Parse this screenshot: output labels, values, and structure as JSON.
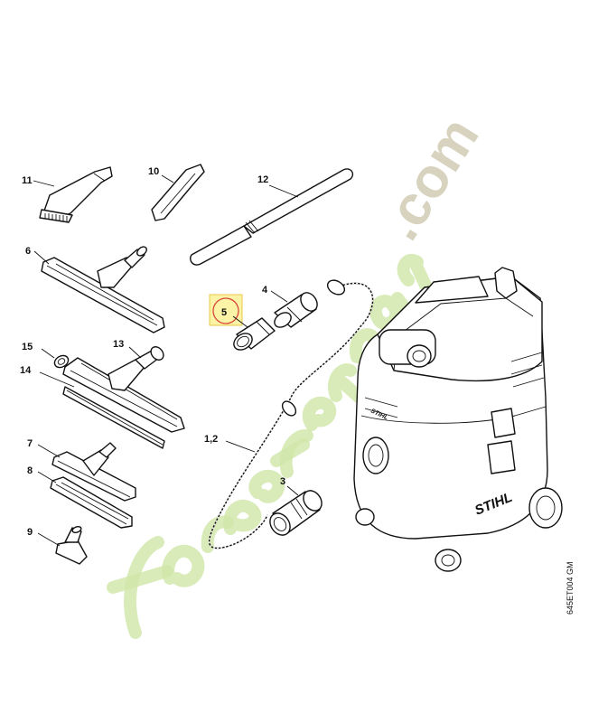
{
  "callouts": {
    "c11": "11",
    "c10": "10",
    "c12": "12",
    "c6": "6",
    "c4": "4",
    "c5": "5",
    "c15": "15",
    "c13": "13",
    "c14": "14",
    "c1_2": "1,2",
    "c7": "7",
    "c8": "8",
    "c3": "3",
    "c9": "9"
  },
  "drawing_code": "645ET004 GM",
  "brand_label": "STIHL",
  "watermark": {
    "text": "forestgarden.com",
    "tail_text": ".com",
    "color_green": "#cfe6a8",
    "color_grey": "#d4cfb9"
  },
  "highlight": {
    "part": "5",
    "box_color": "#fbf3a6",
    "circle_color": "#d9473a"
  }
}
